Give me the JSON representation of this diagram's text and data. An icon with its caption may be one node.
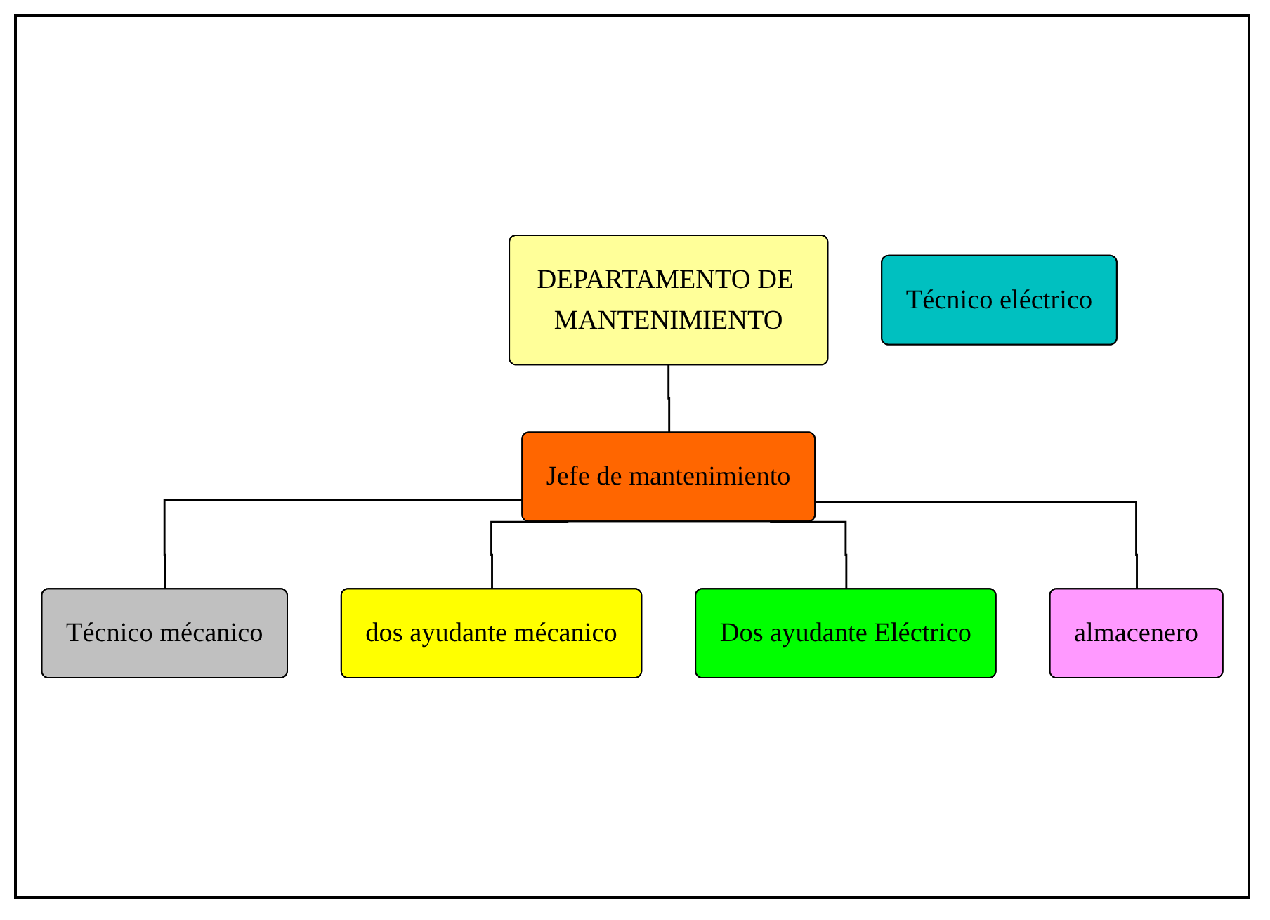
{
  "diagram": {
    "nodes": [
      {
        "text": [
          "DEPARTAMENTO DE MANTENIMIENTO"
        ]
      },
      {
        "text": [
          "Jefe de mantenimiento"
        ]
      },
      {
        "text": [
          "Técnico mécanico"
        ]
      },
      {
        "text": [
          "Técnico eléctrico"
        ]
      },
      {
        "text": [
          "almacenero"
        ]
      },
      {
        "text": [
          "dos ayudante mécanico"
        ]
      },
      {
        "text": [
          "Dos ayudante Eléctrico"
        ]
      }
    ],
    "edges": [
      {
        "from": 0,
        "to": 1,
        "arrow": "none"
      },
      {
        "from": 1,
        "to": 2,
        "arrow": "none"
      },
      {
        "from": 1,
        "to": 5,
        "arrow": "none"
      },
      {
        "from": 1,
        "to": 6,
        "arrow": "none"
      },
      {
        "from": 1,
        "to": 4,
        "arrow": "none"
      }
    ]
  }
}
